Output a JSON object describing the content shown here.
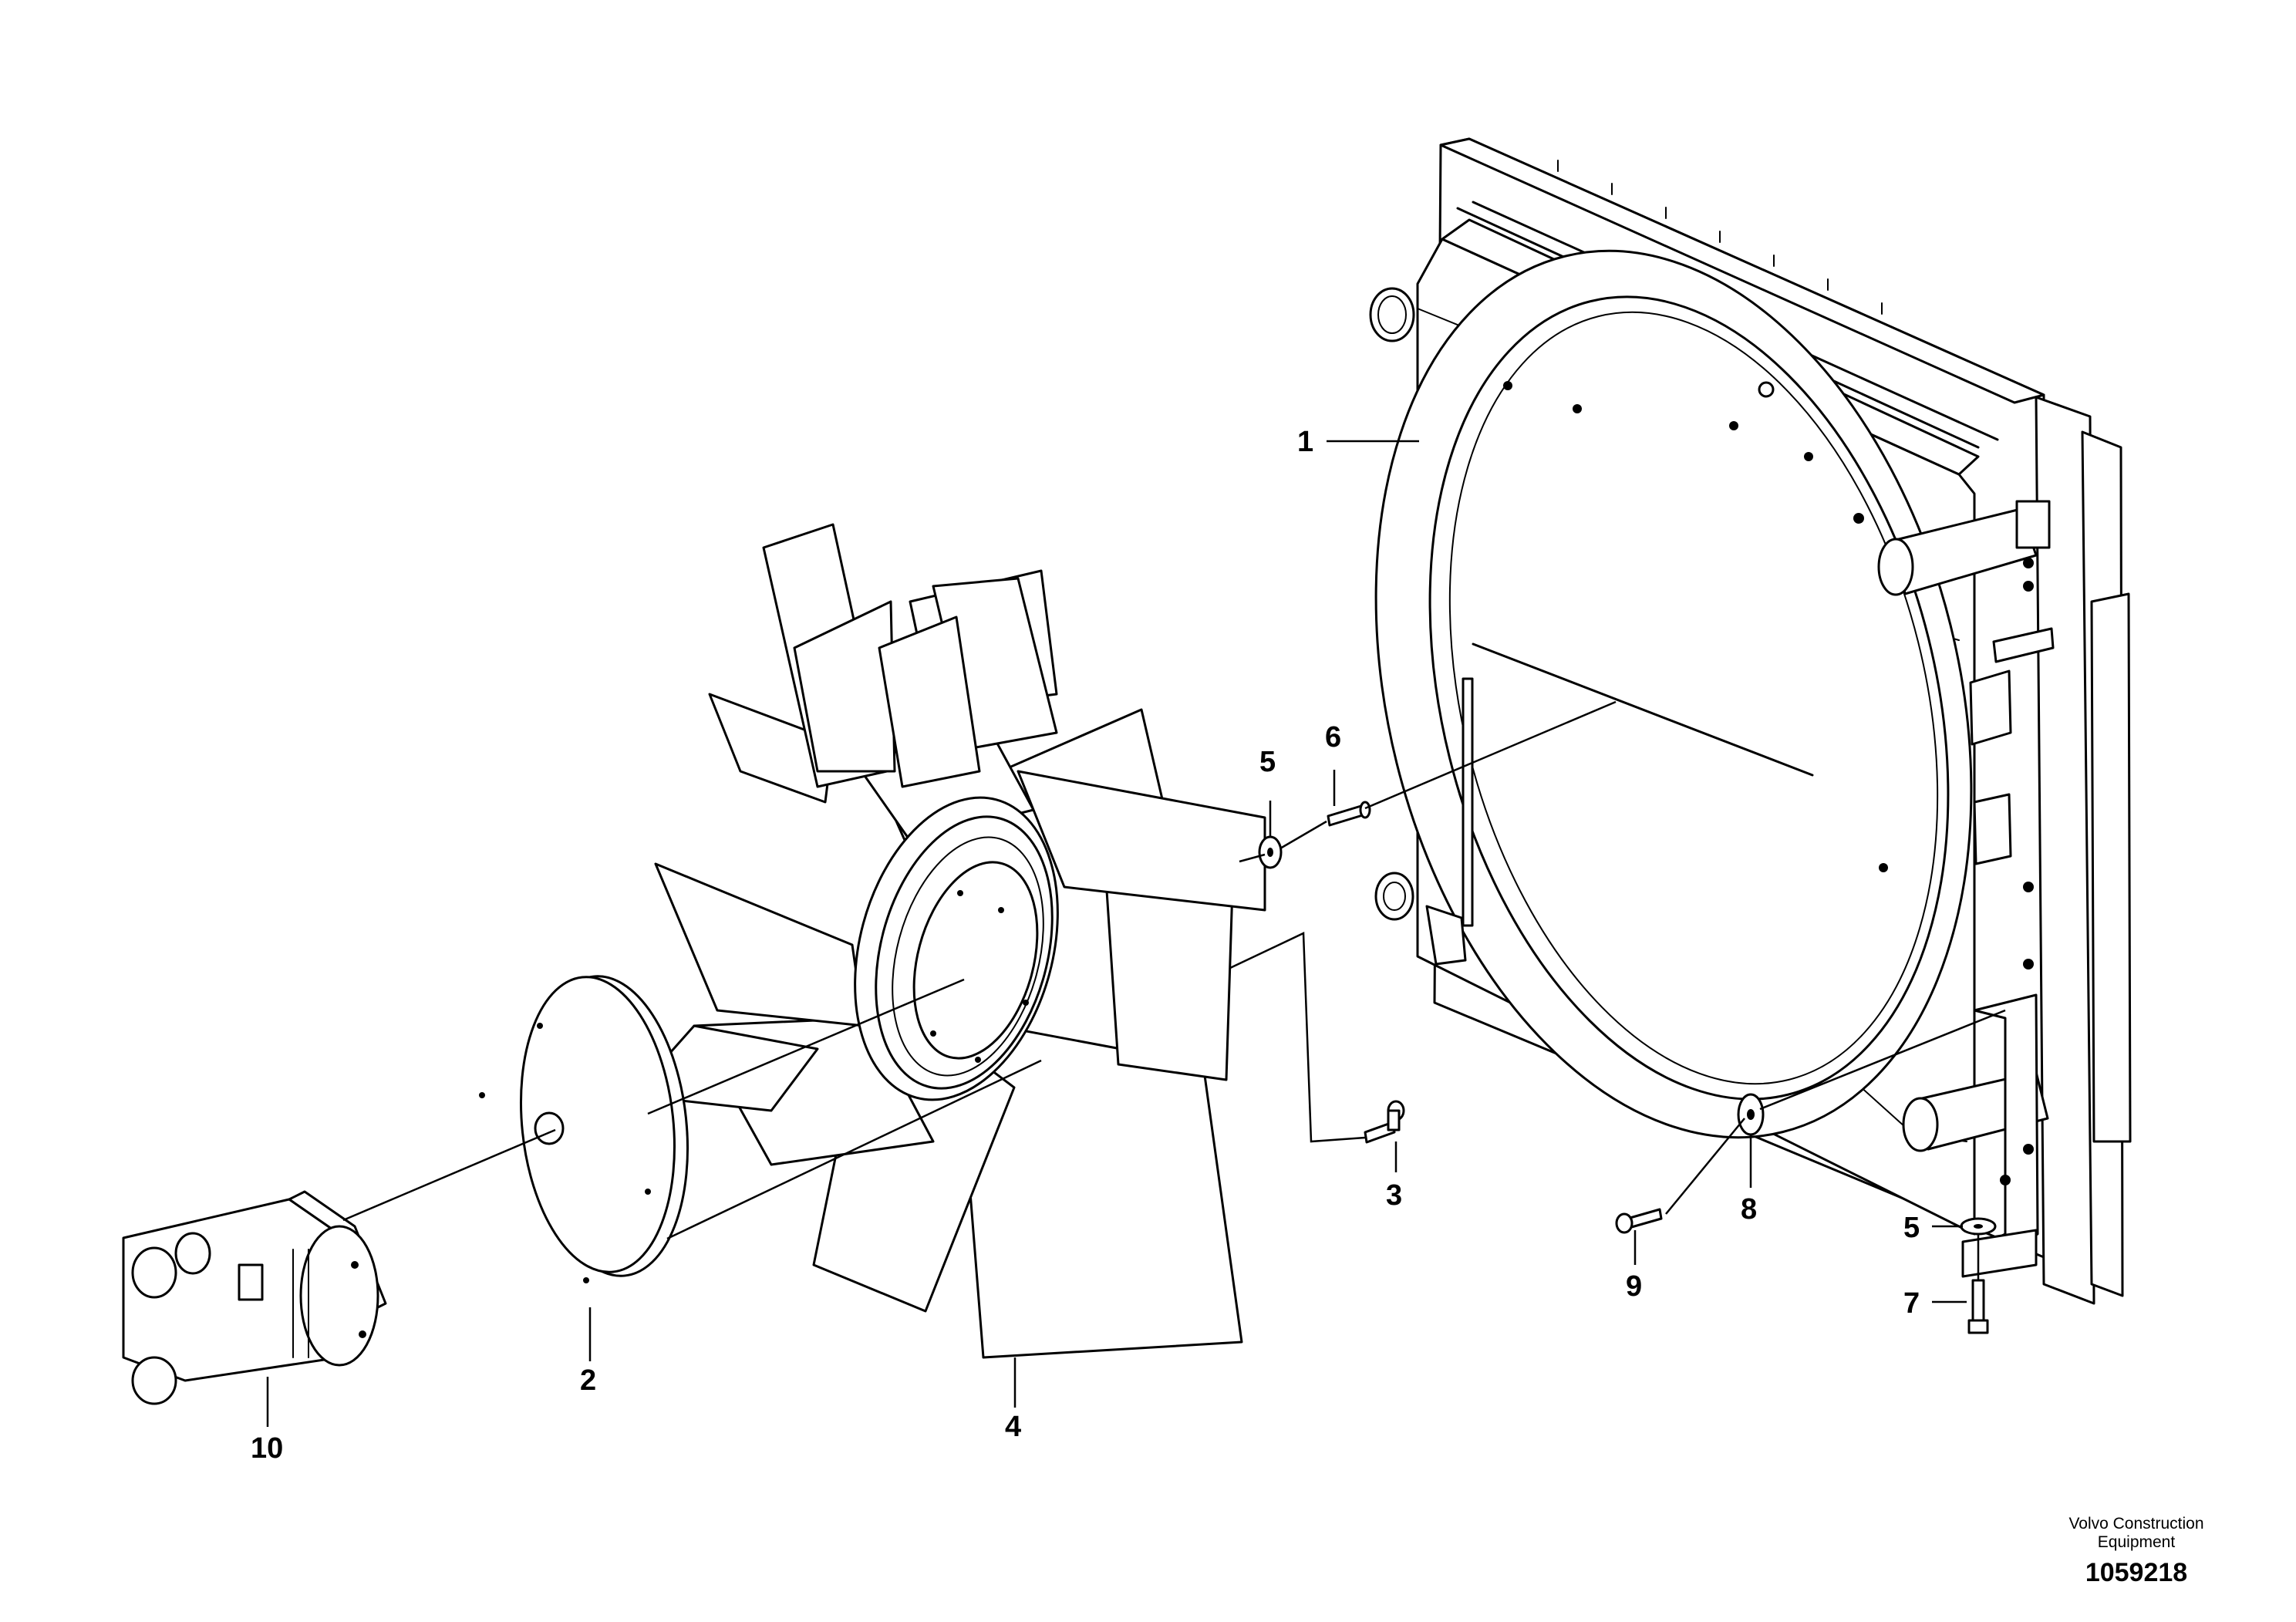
{
  "callouts": {
    "c1": "1",
    "c2": "2",
    "c3": "3",
    "c4": "4",
    "c5a": "5",
    "c5b": "5",
    "c6": "6",
    "c7": "7",
    "c8": "8",
    "c9": "9",
    "c10": "10"
  },
  "footer": {
    "brand_line1": "Volvo Construction",
    "brand_line2": "Equipment",
    "drawing_number": "1059218"
  },
  "parts": {
    "fan_blade_count": 11
  }
}
